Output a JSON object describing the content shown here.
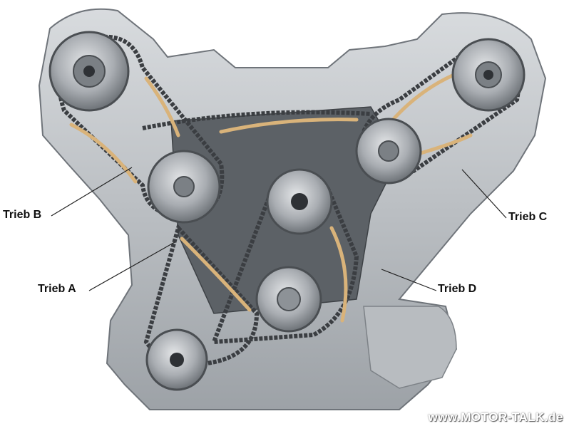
{
  "labels": {
    "trieb_b": "Trieb B",
    "trieb_a": "Trieb A",
    "trieb_c": "Trieb C",
    "trieb_d": "Trieb D"
  },
  "watermark": "www.MOTOR-TALK.de",
  "colors": {
    "casing": "#c9ccd0",
    "casing_dark": "#8d9297",
    "chain": "#3b3e42",
    "guide": "#d9b37a",
    "sprocket": "#a9adb2",
    "label": "#111111"
  }
}
